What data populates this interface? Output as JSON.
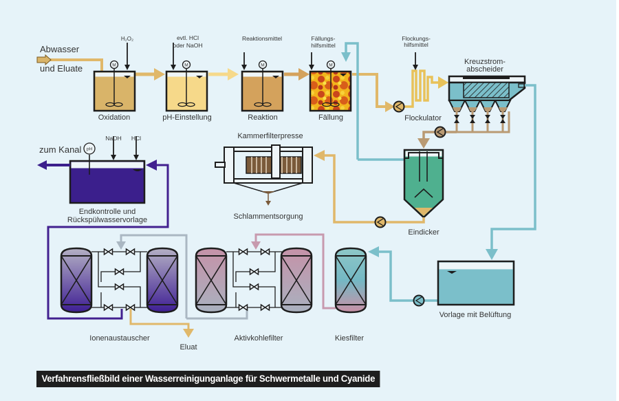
{
  "title": "Verfahrensfließbild einer Wasserreinigunganlage für Schwermetalle und Cyanide",
  "colors": {
    "background": "#e6f3f9",
    "feed_line": "#e0b86a",
    "oxidation_fill": "#d9b469",
    "ph_fill": "#f6d98a",
    "reaktion_fill": "#d4a25c",
    "faellung_fill": "#e8902a",
    "sludge_line": "#b99a73",
    "clear_water_line": "#7bbfca",
    "thickener_fill": "#4fb08f",
    "final_tank_fill": "#3b1f8c",
    "ion_exchange_line": "#42208f",
    "activated_carbon_line": "#c79aae",
    "grey_line": "#aab7c2",
    "outline": "#1d1d1d"
  },
  "inputs": {
    "wastewater_line1": "Abwasser",
    "wastewater_line2": "und Eluate",
    "h2o2": "H₂O₂",
    "ph_chem_line1": "evtl. HCl",
    "ph_chem_line2": "oder NaOH",
    "reagent": "Reaktionsmittel",
    "precip_aid_line1": "Fällungs-",
    "precip_aid_line2": "hilfsmittel",
    "floc_aid_line1": "Flockungs-",
    "floc_aid_line2": "hilfsmittel",
    "naoh": "NaOH",
    "hcl": "HCl"
  },
  "units": {
    "oxidation": "Oxidation",
    "ph_adjust": "pH-Einstellung",
    "reaction": "Reaktion",
    "precipitation": "Fällung",
    "flocculator": "Flockulator",
    "crossflow_line1": "Kreuzstrom-",
    "crossflow_line2": "abscheider",
    "filter_press": "Kammerfilterpresse",
    "sludge_disposal": "Schlammentsorgung",
    "thickener": "Eindicker",
    "final_control_line1": "Endkontrolle und",
    "final_control_line2": "Rückspülwasservorlage",
    "to_sewer": "zum Kanal",
    "ph_sensor": "pH",
    "motor": "M",
    "ion_exchanger": "Ionenaustauscher",
    "eluate": "Eluat",
    "activated_carbon": "Aktivkohlefilter",
    "gravel_filter": "Kiesfilter",
    "aerated_tank": "Vorlage mit Belüftung"
  }
}
